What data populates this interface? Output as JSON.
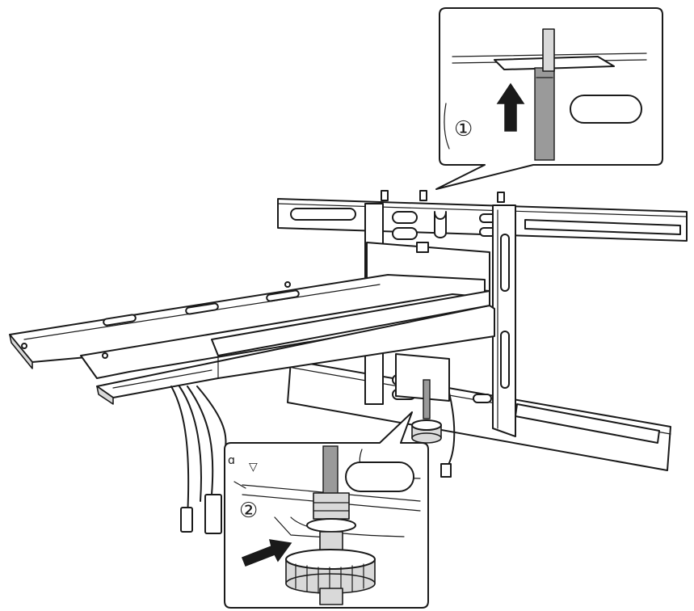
{
  "callouts": [
    {
      "step": "①"
    },
    {
      "step": "②"
    }
  ],
  "labels": {
    "left_mark": "ɑ",
    "triangle_mark": "▽"
  },
  "colors": {
    "line": "#1a1a1a",
    "metal_shade": "#d9d9d9",
    "rod_shade": "#9a9a9a",
    "background": "#ffffff"
  },
  "icons": [
    "arrow-up-icon",
    "arrow-right-icon"
  ]
}
